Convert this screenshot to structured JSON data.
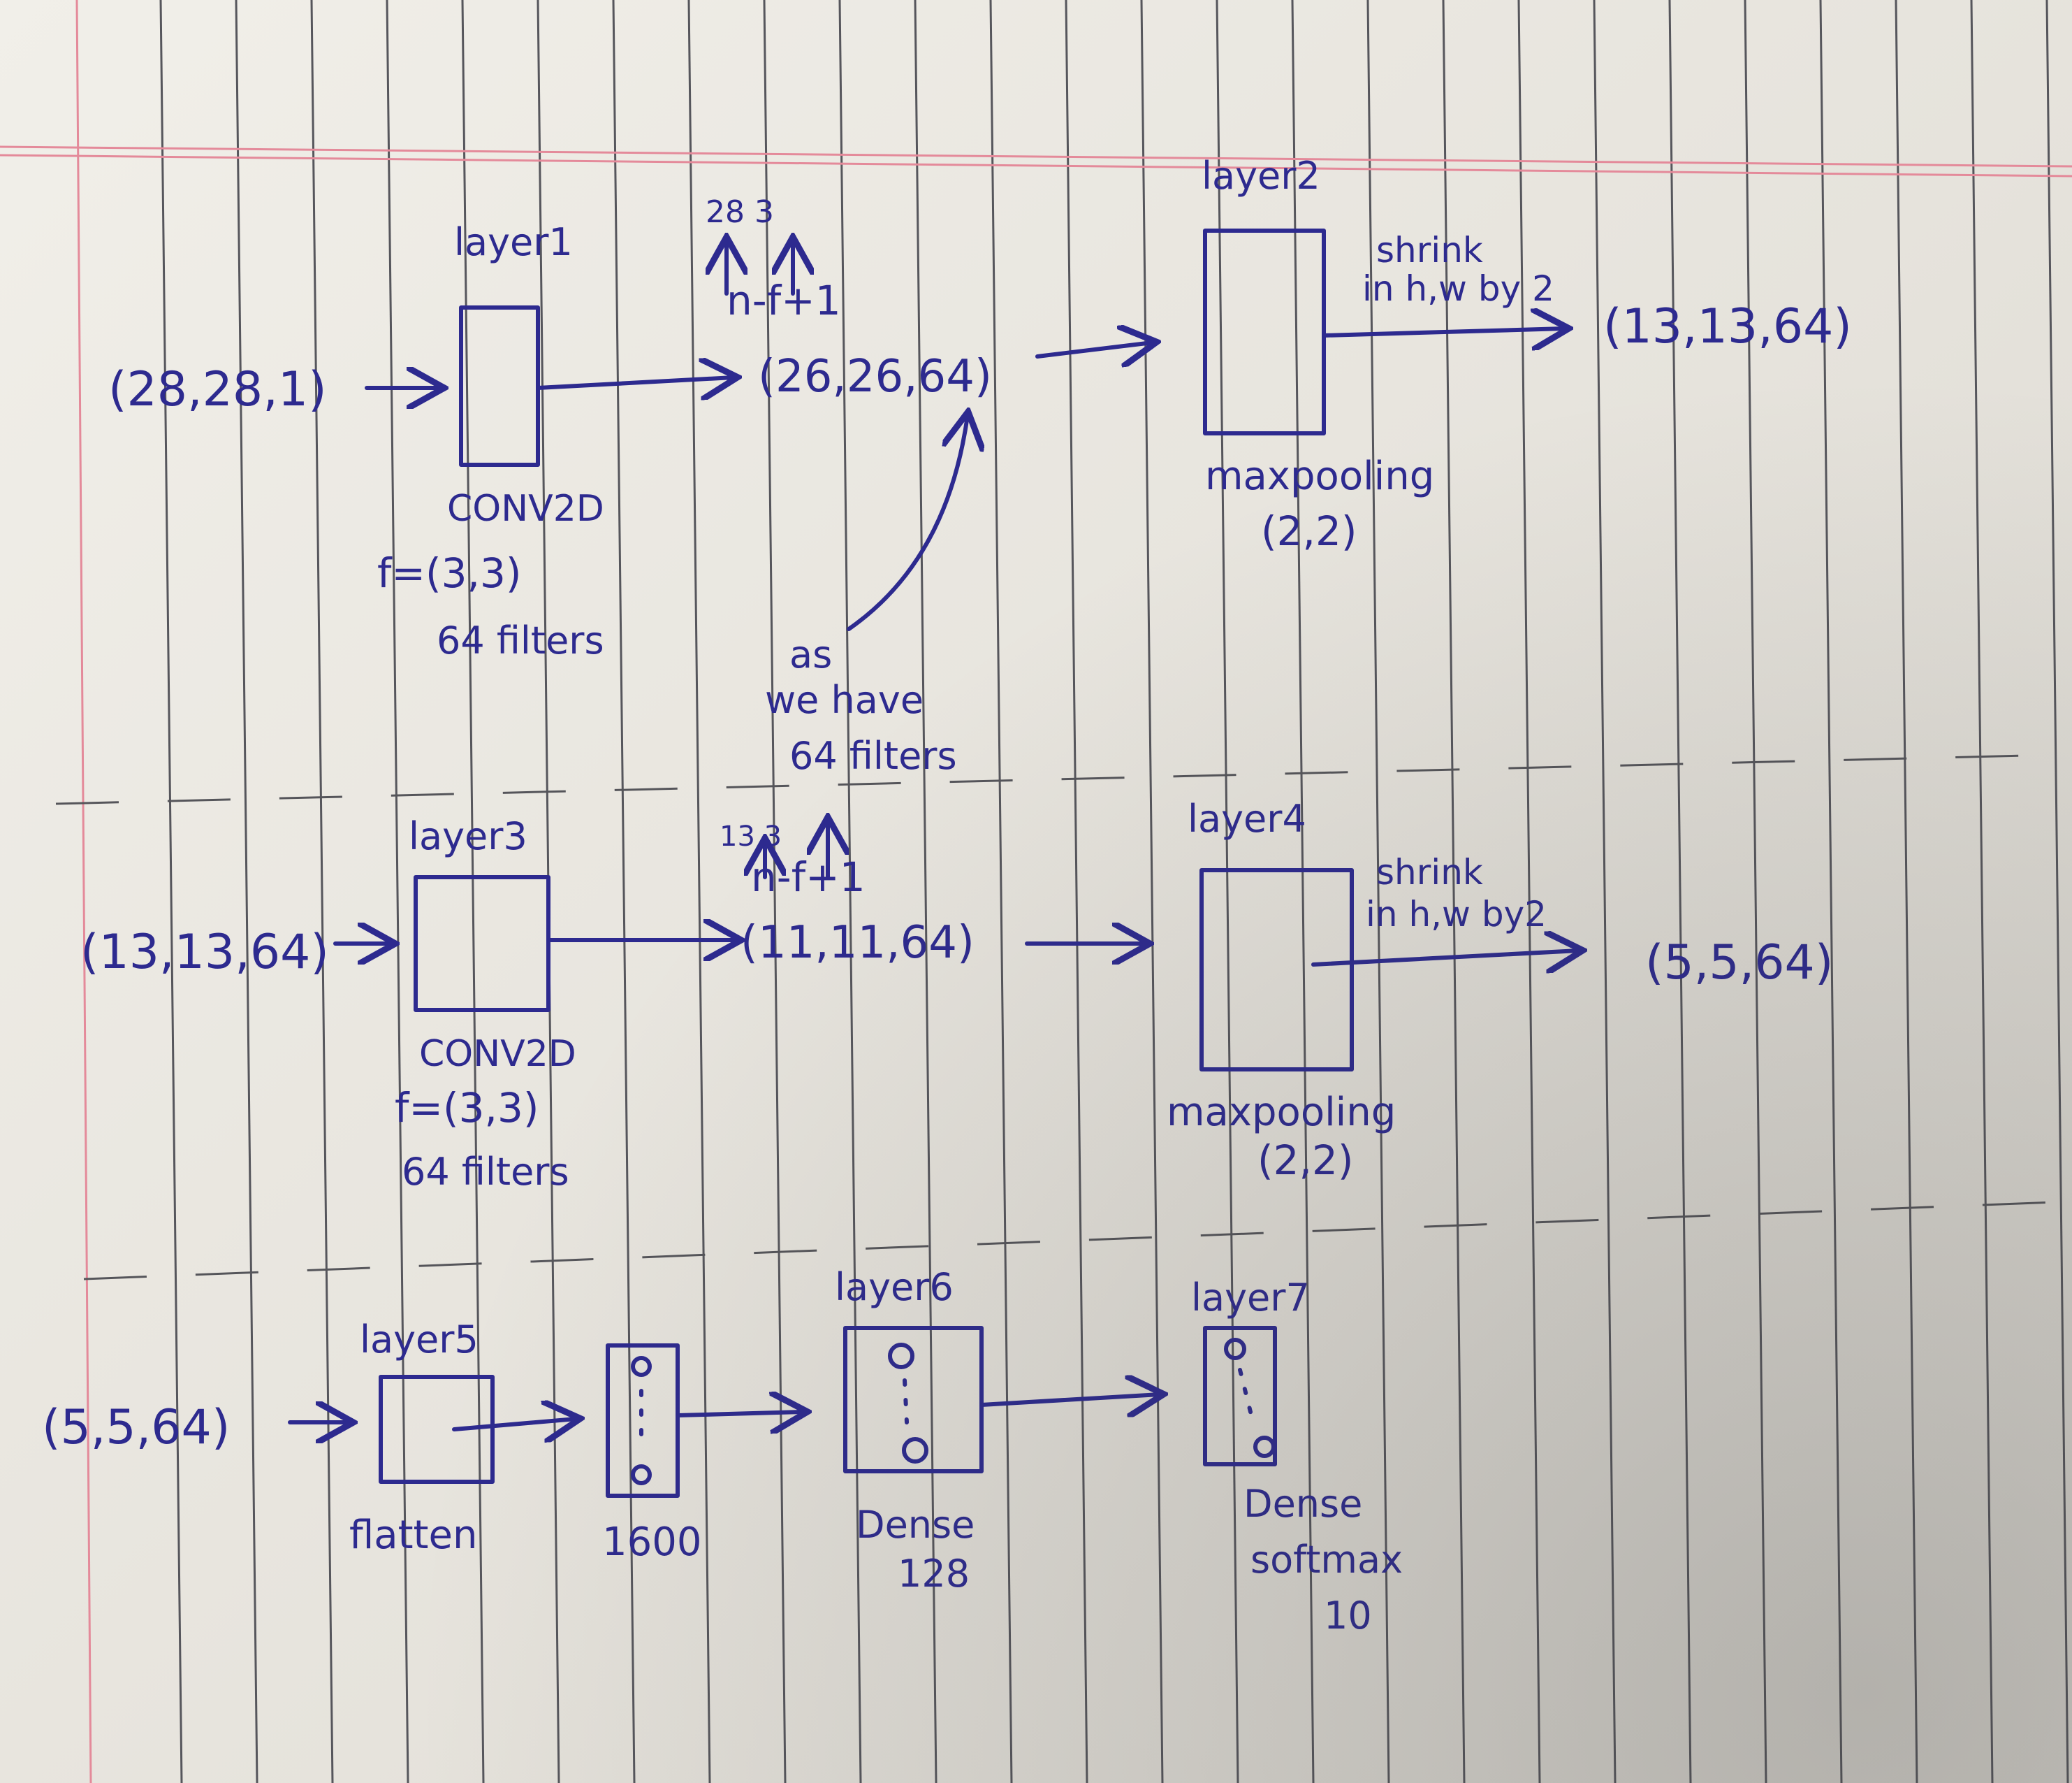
{
  "colors": {
    "ink": "#2d2a8f",
    "paper": "#ece9e2",
    "rule": "#55555a",
    "margin": "#e48a9a"
  },
  "row1": {
    "input": "(28,28,1)",
    "layer1_label": "layer1",
    "conv_title": "CONV2D",
    "conv_f": "f=(3,3)",
    "conv_filters": "64 filters",
    "formula_top": "28  3",
    "formula": "n-f+1",
    "output": "(26,26,64)",
    "note_1": "as",
    "note_2": "we have",
    "note_3": "64 filters",
    "layer2_label": "layer2",
    "shrink_1": "shrink",
    "shrink_2": "in h,w by 2",
    "pool_title": "maxpooling",
    "pool_size": "(2,2)",
    "result": "(13,13,64)"
  },
  "row2": {
    "input": "(13,13,64)",
    "layer3_label": "layer3",
    "conv_title": "CONV2D",
    "conv_f": "f=(3,3)",
    "conv_filters": "64 filters",
    "formula_top": "13   3",
    "formula": "n-f+1",
    "output": "(11,11,64)",
    "layer4_label": "layer4",
    "shrink_1": "shrink",
    "shrink_2": "in h,w by2",
    "pool_title": "maxpooling",
    "pool_size": "(2,2)",
    "result": "(5,5,64)"
  },
  "row3": {
    "input": "(5,5,64)",
    "layer5_label": "layer5",
    "flatten": "flatten",
    "flat_size": "1600",
    "layer6_label": "layer6",
    "dense_title": "Dense",
    "dense_units": "128",
    "layer7_label": "layer7",
    "out_title": "Dense",
    "out_act": "softmax",
    "out_units": "10"
  }
}
